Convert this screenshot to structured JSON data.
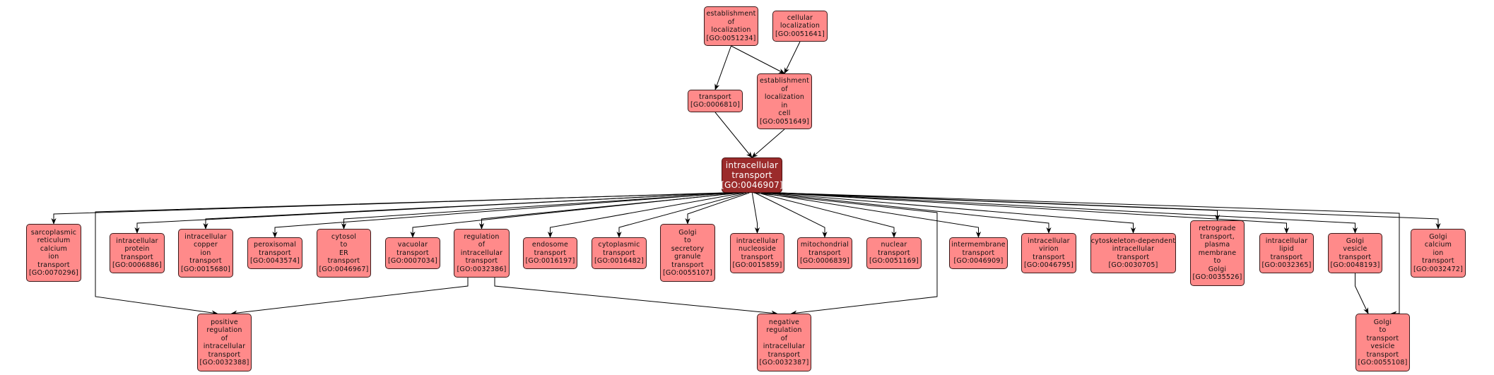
{
  "colors": {
    "node_fill": "#ff8a8a",
    "focus_fill": "#9b2b2b",
    "focus_text": "#ffffff",
    "edge": "#000000"
  },
  "nodes": [
    {
      "id": "GO:0051234",
      "lines": [
        "establishment",
        "of",
        "localization",
        "[GO:0051234]"
      ]
    },
    {
      "id": "GO:0051641",
      "lines": [
        "cellular",
        "localization",
        "[GO:0051641]"
      ]
    },
    {
      "id": "GO:0006810",
      "lines": [
        "transport",
        "[GO:0006810]"
      ]
    },
    {
      "id": "GO:0051649",
      "lines": [
        "establishment",
        "of",
        "localization",
        "in",
        "cell",
        "[GO:0051649]"
      ]
    },
    {
      "id": "GO:0046907",
      "focus": true,
      "lines": [
        "intracellular",
        "transport",
        "[GO:0046907]"
      ]
    },
    {
      "id": "GO:0070296",
      "lines": [
        "sarcoplasmic",
        "reticulum",
        "calcium",
        "ion",
        "transport",
        "[GO:0070296]"
      ]
    },
    {
      "id": "GO:0006886",
      "lines": [
        "intracellular",
        "protein",
        "transport",
        "[GO:0006886]"
      ]
    },
    {
      "id": "GO:0015680",
      "lines": [
        "intracellular",
        "copper",
        "ion",
        "transport",
        "[GO:0015680]"
      ]
    },
    {
      "id": "GO:0043574",
      "lines": [
        "peroxisomal",
        "transport",
        "[GO:0043574]"
      ]
    },
    {
      "id": "GO:0046967",
      "lines": [
        "cytosol",
        "to",
        "ER",
        "transport",
        "[GO:0046967]"
      ]
    },
    {
      "id": "GO:0007034",
      "lines": [
        "vacuolar",
        "transport",
        "[GO:0007034]"
      ]
    },
    {
      "id": "GO:0032386",
      "lines": [
        "regulation",
        "of",
        "intracellular",
        "transport",
        "[GO:0032386]"
      ]
    },
    {
      "id": "GO:0016197",
      "lines": [
        "endosome",
        "transport",
        "[GO:0016197]"
      ]
    },
    {
      "id": "GO:0016482",
      "lines": [
        "cytoplasmic",
        "transport",
        "[GO:0016482]"
      ]
    },
    {
      "id": "GO:0055107",
      "lines": [
        "Golgi",
        "to",
        "secretory",
        "granule",
        "transport",
        "[GO:0055107]"
      ]
    },
    {
      "id": "GO:0015859",
      "lines": [
        "intracellular",
        "nucleoside",
        "transport",
        "[GO:0015859]"
      ]
    },
    {
      "id": "GO:0006839",
      "lines": [
        "mitochondrial",
        "transport",
        "[GO:0006839]"
      ]
    },
    {
      "id": "GO:0051169",
      "lines": [
        "nuclear",
        "transport",
        "[GO:0051169]"
      ]
    },
    {
      "id": "GO:0046909",
      "lines": [
        "intermembrane",
        "transport",
        "[GO:0046909]"
      ]
    },
    {
      "id": "GO:0046795",
      "lines": [
        "intracellular",
        "virion",
        "transport",
        "[GO:0046795]"
      ]
    },
    {
      "id": "GO:0030705",
      "lines": [
        "cytoskeleton-dependent",
        "intracellular",
        "transport",
        "[GO:0030705]"
      ]
    },
    {
      "id": "GO:0035526",
      "lines": [
        "retrograde",
        "transport,",
        "plasma",
        "membrane",
        "to",
        "Golgi",
        "[GO:0035526]"
      ]
    },
    {
      "id": "GO:0032365",
      "lines": [
        "intracellular",
        "lipid",
        "transport",
        "[GO:0032365]"
      ]
    },
    {
      "id": "GO:0048193",
      "lines": [
        "Golgi",
        "vesicle",
        "transport",
        "[GO:0048193]"
      ]
    },
    {
      "id": "GO:0032472",
      "lines": [
        "Golgi",
        "calcium",
        "ion",
        "transport",
        "[GO:0032472]"
      ]
    },
    {
      "id": "GO:0032388",
      "lines": [
        "positive",
        "regulation",
        "of",
        "intracellular",
        "transport",
        "[GO:0032388]"
      ]
    },
    {
      "id": "GO:0032387",
      "lines": [
        "negative",
        "regulation",
        "of",
        "intracellular",
        "transport",
        "[GO:0032387]"
      ]
    },
    {
      "id": "GO:0055108",
      "lines": [
        "Golgi",
        "to",
        "transport",
        "vesicle",
        "transport",
        "[GO:0055108]"
      ]
    }
  ],
  "edges": [
    [
      "GO:0051234",
      "GO:0006810"
    ],
    [
      "GO:0051234",
      "GO:0051649"
    ],
    [
      "GO:0051641",
      "GO:0051649"
    ],
    [
      "GO:0006810",
      "GO:0046907"
    ],
    [
      "GO:0051649",
      "GO:0046907"
    ],
    [
      "GO:0046907",
      "GO:0070296"
    ],
    [
      "GO:0046907",
      "GO:0006886"
    ],
    [
      "GO:0046907",
      "GO:0015680"
    ],
    [
      "GO:0046907",
      "GO:0043574"
    ],
    [
      "GO:0046907",
      "GO:0046967"
    ],
    [
      "GO:0046907",
      "GO:0007034"
    ],
    [
      "GO:0046907",
      "GO:0032386"
    ],
    [
      "GO:0046907",
      "GO:0016197"
    ],
    [
      "GO:0046907",
      "GO:0016482"
    ],
    [
      "GO:0046907",
      "GO:0055107"
    ],
    [
      "GO:0046907",
      "GO:0015859"
    ],
    [
      "GO:0046907",
      "GO:0006839"
    ],
    [
      "GO:0046907",
      "GO:0051169"
    ],
    [
      "GO:0046907",
      "GO:0046909"
    ],
    [
      "GO:0046907",
      "GO:0046795"
    ],
    [
      "GO:0046907",
      "GO:0030705"
    ],
    [
      "GO:0046907",
      "GO:0035526"
    ],
    [
      "GO:0046907",
      "GO:0032365"
    ],
    [
      "GO:0046907",
      "GO:0048193"
    ],
    [
      "GO:0046907",
      "GO:0032472"
    ],
    [
      "GO:0046907",
      "GO:0032388"
    ],
    [
      "GO:0046907",
      "GO:0032387"
    ],
    [
      "GO:0046907",
      "GO:0055108"
    ],
    [
      "GO:0032386",
      "GO:0032388"
    ],
    [
      "GO:0032386",
      "GO:0032387"
    ],
    [
      "GO:0048193",
      "GO:0055108"
    ]
  ]
}
